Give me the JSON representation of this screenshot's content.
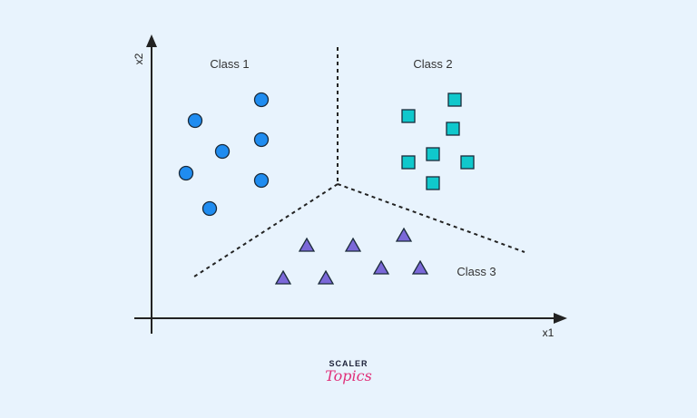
{
  "axes": {
    "x_label": "x1",
    "y_label": "x2"
  },
  "classes": [
    {
      "label": "Class 1",
      "shape": "circle",
      "color": "#1f8cf0"
    },
    {
      "label": "Class 2",
      "shape": "square",
      "color": "#10c8cc"
    },
    {
      "label": "Class 3",
      "shape": "triangle",
      "color": "#7b68d8"
    }
  ],
  "colors": {
    "background": "#e8f3fd",
    "axis": "#222222",
    "boundary": "#222222",
    "marker_stroke": "#1a2a3a"
  },
  "logo": {
    "line1": "SCALER",
    "line2": "Topics"
  }
}
